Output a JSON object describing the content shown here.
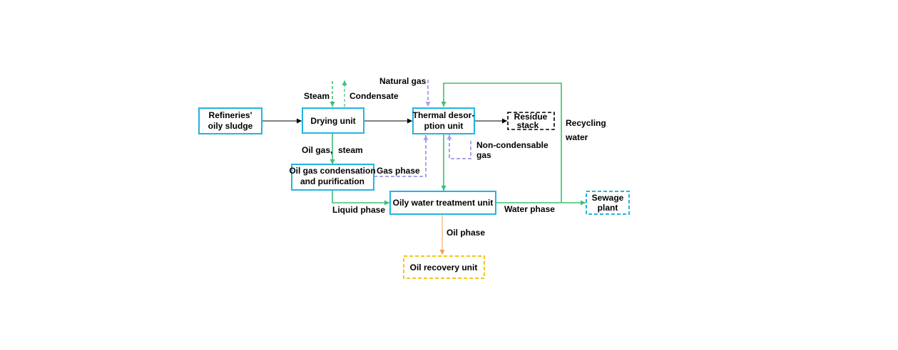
{
  "nodes": {
    "sludge": [
      "Refineries'",
      "oily sludge"
    ],
    "drying": [
      "Drying unit"
    ],
    "thermal": [
      "Thermal desor-",
      "ption unit"
    ],
    "residue": [
      "Residue",
      "stack"
    ],
    "condensation": [
      "Oil gas condensation",
      "and purification"
    ],
    "oily_water": [
      "Oily water treatment unit"
    ],
    "sewage": [
      "Sewage",
      "plant"
    ],
    "oil_recovery": [
      "Oil recovery unit"
    ]
  },
  "labels": {
    "steam": "Steam",
    "condensate": "Condensate",
    "natural_gas": "Natural gas",
    "oil_gas": "Oil gas,",
    "steam2": "steam",
    "gas_phase": "Gas phase",
    "non_condensable": [
      "Non-condensable",
      "gas"
    ],
    "recycling_water": [
      "Recycling",
      "water"
    ],
    "liquid_phase": "Liquid phase",
    "water_phase": "Water phase",
    "oil_phase": "Oil phase"
  },
  "colors": {
    "box_border": "#22b4e0",
    "green": "#3cbf72",
    "purple": "#a9a3e8",
    "black": "#000000",
    "orange": "#f0a050",
    "yellow": "#f5c518"
  }
}
